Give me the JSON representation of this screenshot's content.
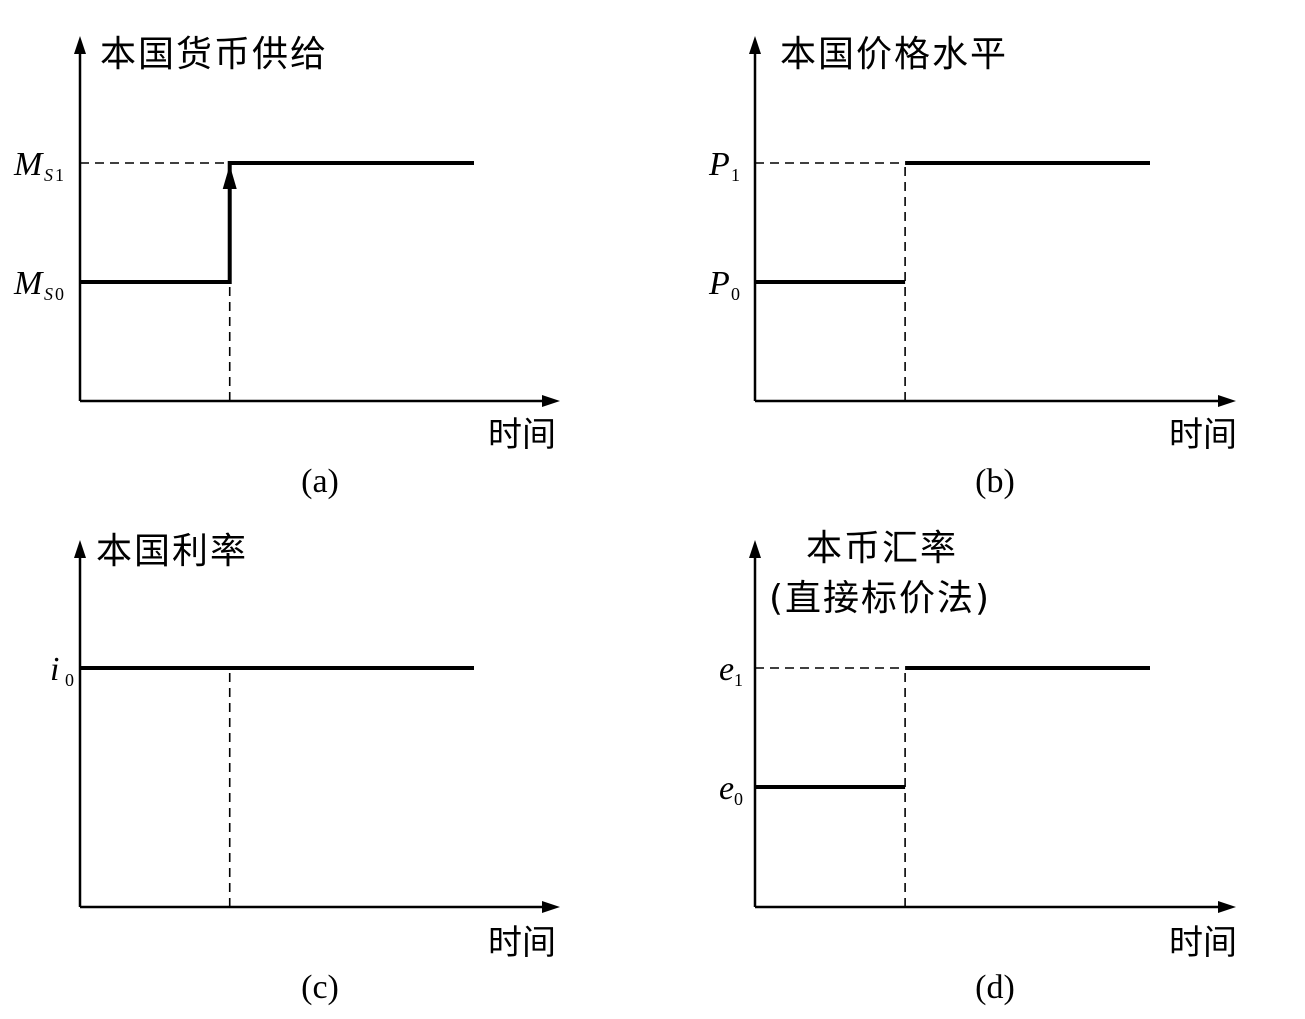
{
  "chart_data": [
    {
      "type": "line",
      "caption": "(a)",
      "title": "本国货币供给",
      "subtitle": "",
      "xlabel": "时间",
      "levels": [
        {
          "main": "M",
          "sub": "S1",
          "sub_italic_prefix": "S",
          "sub_rest": "1"
        },
        {
          "main": "M",
          "sub": "S0",
          "sub_italic_prefix": "S",
          "sub_rest": "0"
        }
      ],
      "x_range": [
        0,
        10
      ],
      "y_range": [
        0,
        2
      ],
      "shock_x": 3.8,
      "series": [
        {
          "x": [
            0,
            3.8,
            3.8,
            10
          ],
          "y": [
            1,
            1,
            2,
            2
          ]
        }
      ],
      "level_values": [
        2,
        1
      ],
      "jump_arrow": true,
      "guide_to_axis": [
        2
      ],
      "guide_vertical_from": 1
    },
    {
      "type": "line",
      "caption": "(b)",
      "title": "本国价格水平",
      "subtitle": "",
      "xlabel": "时间",
      "levels": [
        {
          "main": "P",
          "sub": "1",
          "sub_italic_prefix": "",
          "sub_rest": "1"
        },
        {
          "main": "P",
          "sub": "0",
          "sub_italic_prefix": "",
          "sub_rest": "0"
        }
      ],
      "x_range": [
        0,
        10
      ],
      "y_range": [
        0,
        2
      ],
      "shock_x": 3.8,
      "series": [
        {
          "x": [
            0,
            3.8
          ],
          "y": [
            1,
            1
          ]
        },
        {
          "x": [
            3.8,
            10
          ],
          "y": [
            2,
            2
          ]
        }
      ],
      "level_values": [
        2,
        1
      ],
      "jump_arrow": false,
      "guide_to_axis": [
        2
      ],
      "guide_vertical_from": 2
    },
    {
      "type": "line",
      "caption": "(c)",
      "title": "本国利率",
      "subtitle": "",
      "xlabel": "时间",
      "levels": [
        {
          "main": "i",
          "sub": "0",
          "sub_italic_prefix": "",
          "sub_rest": "0"
        }
      ],
      "x_range": [
        0,
        10
      ],
      "y_range": [
        0,
        2
      ],
      "shock_x": 3.8,
      "series": [
        {
          "x": [
            0,
            10
          ],
          "y": [
            2,
            2
          ]
        }
      ],
      "level_values": [
        2
      ],
      "jump_arrow": false,
      "guide_to_axis": [],
      "guide_vertical_from": 2
    },
    {
      "type": "line",
      "caption": "(d)",
      "title": "本币汇率",
      "subtitle": "(直接标价法)",
      "xlabel": "时间",
      "levels": [
        {
          "main": "e",
          "sub": "1",
          "sub_italic_prefix": "",
          "sub_rest": "1"
        },
        {
          "main": "e",
          "sub": "0",
          "sub_italic_prefix": "",
          "sub_rest": "0"
        }
      ],
      "x_range": [
        0,
        10
      ],
      "y_range": [
        0,
        2
      ],
      "shock_x": 3.8,
      "series": [
        {
          "x": [
            0,
            3.8
          ],
          "y": [
            1,
            1
          ]
        },
        {
          "x": [
            3.8,
            10
          ],
          "y": [
            2,
            2
          ]
        }
      ],
      "level_values": [
        2,
        1
      ],
      "jump_arrow": false,
      "guide_to_axis": [
        2
      ],
      "guide_vertical_from": 2
    }
  ]
}
